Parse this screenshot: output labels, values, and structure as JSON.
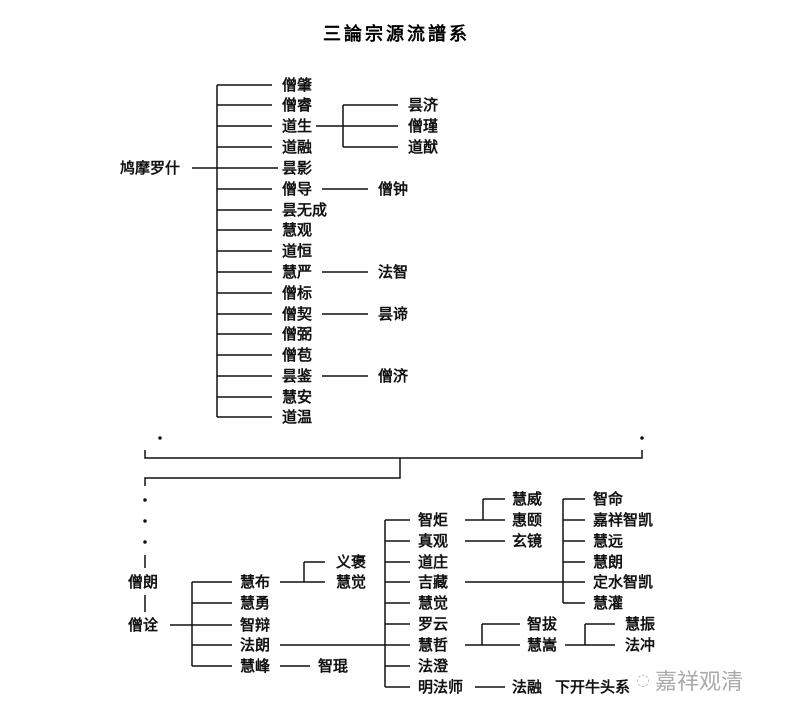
{
  "title": "三論宗源流譜系",
  "root": "鸠摩罗什",
  "col1": [
    "僧肇",
    "僧睿",
    "道生",
    "道融",
    "昙影",
    "僧导",
    "昙无成",
    "慧观",
    "道恒",
    "慧严",
    "僧标",
    "僧契",
    "僧弼",
    "僧苞",
    "昙鉴",
    "慧安",
    "道温"
  ],
  "daosheng": [
    "昙济",
    "僧瑾",
    "道猷"
  ],
  "second": {
    "sengdao": "僧钟",
    "huiyan": "法智",
    "sengqi": "昙谛",
    "tanjian": "僧济"
  },
  "senglang": "僧朗",
  "sengquan": "僧诠",
  "quan_disciples": [
    "慧布",
    "慧勇",
    "智辩",
    "法朗",
    "慧峰"
  ],
  "hubu": [
    "义褒",
    "慧觉"
  ],
  "huifeng": "智琨",
  "falang_disciples": [
    "智炬",
    "真观",
    "道庄",
    "吉藏",
    "慧觉",
    "罗云",
    "慧哲",
    "法澄",
    "明法师"
  ],
  "zhiju": [
    "慧威",
    "惠颐"
  ],
  "zhenguan": "玄镜",
  "jizang": [
    "智命",
    "嘉祥智凯",
    "慧远",
    "慧朗",
    "定水智凯",
    "慧灌"
  ],
  "huizhe": [
    "智拔",
    "慧嵩"
  ],
  "huisong": [
    "慧振",
    "法冲"
  ],
  "ming": [
    "法融",
    "下开牛头系"
  ],
  "watermark": "嘉祥观清"
}
